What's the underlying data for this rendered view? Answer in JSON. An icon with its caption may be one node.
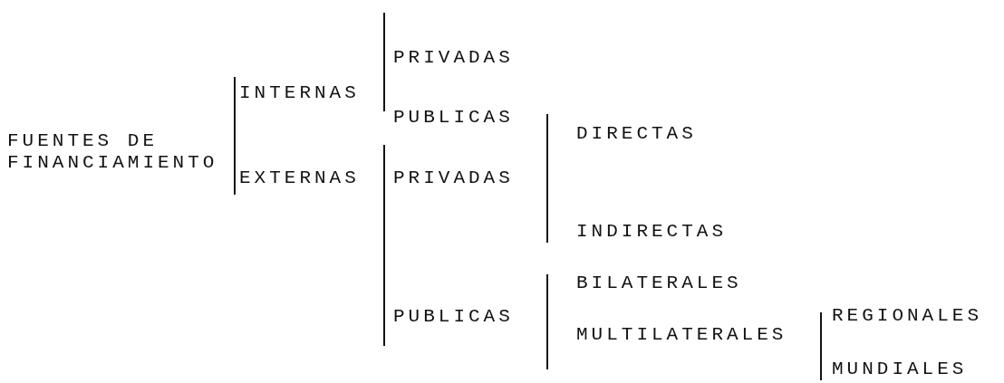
{
  "diagram": {
    "labels": [
      "PRIVADAS",
      "FUENTES DE FINANCIAMIENTO",
      "INTERNAS",
      "PUBLICAS",
      "DIRECTAS",
      "EXTERNAS",
      "PRIVADAS",
      "INDIRECTAS",
      "BILATERALES",
      "PUBLICAS",
      "MULTILATERALES",
      "REGIONALES",
      "MUNDIALES"
    ]
  }
}
